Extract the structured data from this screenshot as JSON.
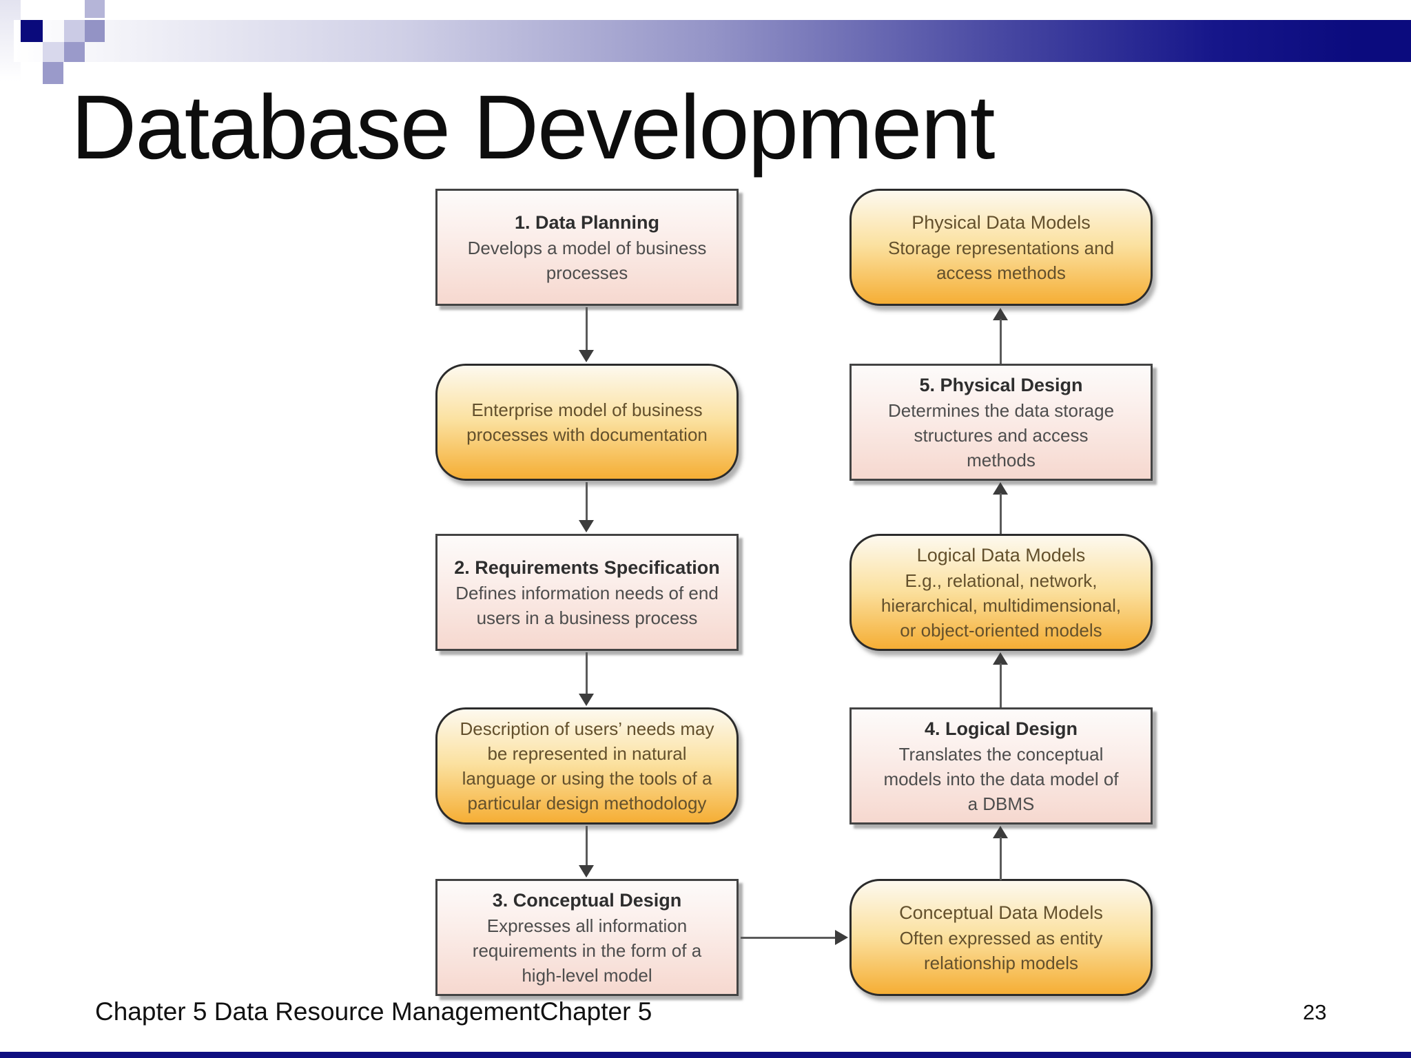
{
  "slide": {
    "title": "Database Development",
    "footer": "Chapter 5 Data Resource ManagementChapter 5",
    "page_number": "23"
  },
  "colors": {
    "accent_navy": "#0b0b7e",
    "deco_lavender": "#9a9aca",
    "rect_box_fill_bottom": "#f6d8cf",
    "round_box_fill_bottom": "#f5ae35",
    "arrow": "#5a5a5a"
  },
  "flowchart": {
    "left_column": [
      {
        "type": "rect",
        "title": "1. Data Planning",
        "body": "Develops a model of business\nprocesses"
      },
      {
        "type": "round",
        "title": "",
        "body": "Enterprise model of business\nprocesses with documentation"
      },
      {
        "type": "rect",
        "title": "2. Requirements Specification",
        "body": "Defines information needs of end\nusers in a business process"
      },
      {
        "type": "round",
        "title": "",
        "body": "Description of users’ needs may\nbe represented in natural\nlanguage or using the tools of a\nparticular design methodology"
      },
      {
        "type": "rect",
        "title": "3. Conceptual Design",
        "body": "Expresses all information\nrequirements in the form of a\nhigh-level model"
      }
    ],
    "right_column": [
      {
        "type": "round",
        "title": "Physical Data Models",
        "body": "Storage representations and\naccess methods"
      },
      {
        "type": "rect",
        "title": "5. Physical Design",
        "body": "Determines the data storage\nstructures and access\nmethods"
      },
      {
        "type": "round",
        "title": "Logical Data Models",
        "body": "E.g., relational, network,\nhierarchical, multidimensional,\nor object-oriented models"
      },
      {
        "type": "rect",
        "title": "4. Logical Design",
        "body": "Translates the conceptual\nmodels into the data model of\na DBMS"
      },
      {
        "type": "round",
        "title": "Conceptual Data Models",
        "body": "Often expressed as entity\nrelationship models"
      }
    ]
  }
}
